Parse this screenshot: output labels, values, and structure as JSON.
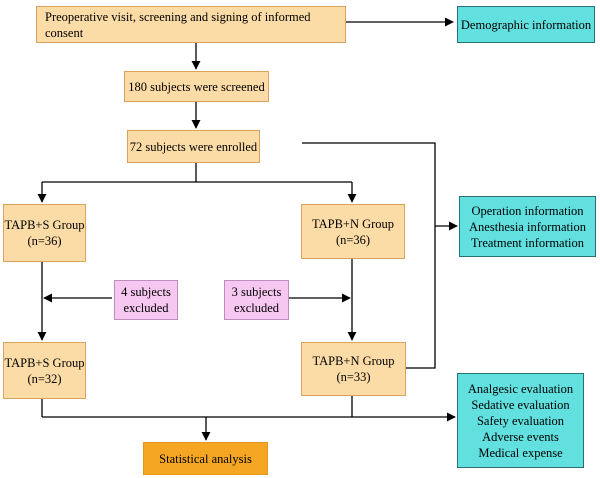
{
  "nodes": {
    "preop": "Preoperative visit, screening and signing of informed consent",
    "screened": "180 subjects were screened",
    "enrolled": "72 subjects were enrolled",
    "tapbs_36_name": "TAPB+S Group",
    "tapbs_36_n": "(n=36)",
    "tapbn_36_name": "TAPB+N Group",
    "tapbn_36_n": "(n=36)",
    "excluded_left_1": "4 subjects",
    "excluded_left_2": "excluded",
    "excluded_right_1": "3 subjects",
    "excluded_right_2": "excluded",
    "tapbs_32_name": "TAPB+S Group",
    "tapbs_32_n": "(n=32)",
    "tapbn_33_name": "TAPB+N Group",
    "tapbn_33_n": "(n=33)",
    "stats": "Statistical analysis",
    "demographic": "Demographic information",
    "operation_info": [
      "Operation information",
      "Anesthesia information",
      "Treatment information"
    ],
    "evaluations": [
      "Analgesic evaluation",
      "Sedative evaluation",
      "Safety evaluation",
      "Adverse events",
      "Medical expense"
    ]
  },
  "colors": {
    "orange": "#fcdca6",
    "teal": "#62e0e0",
    "pink": "#f6c7f0",
    "stat": "#f5a623",
    "line": "#000000"
  }
}
